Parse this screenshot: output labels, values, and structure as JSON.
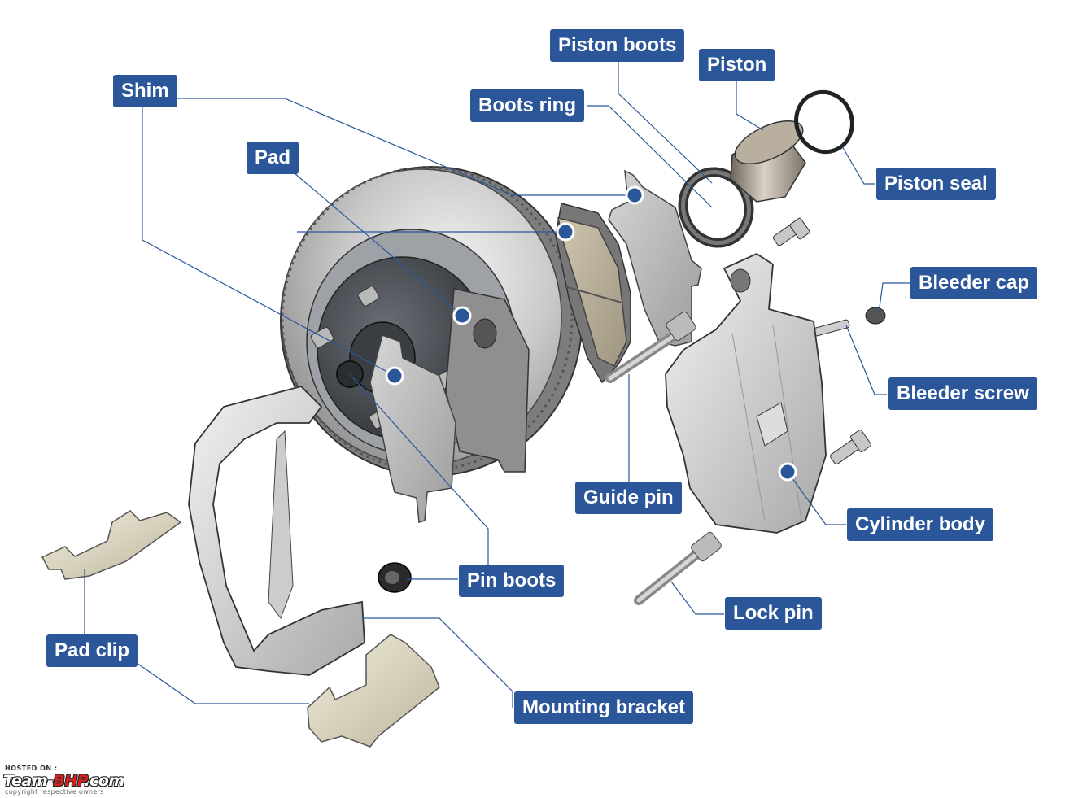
{
  "labels": {
    "piston_boots": "Piston boots",
    "piston": "Piston",
    "shim": "Shim",
    "boots_ring": "Boots ring",
    "pad": "Pad",
    "piston_seal": "Piston seal",
    "bleeder_cap": "Bleeder cap",
    "bleeder_screw": "Bleeder screw",
    "guide_pin": "Guide pin",
    "cylinder_body": "Cylinder body",
    "pin_boots": "Pin boots",
    "lock_pin": "Lock pin",
    "pad_clip": "Pad clip",
    "mounting_bracket": "Mounting bracket"
  },
  "watermark": {
    "hosted": "HOSTED ON :",
    "logo_a": "Team-",
    "logo_b": "BHP",
    "logo_c": ".com",
    "copyright": "copyright respective owners"
  },
  "colors": {
    "label_bg": "#2b579a",
    "label_text": "#ffffff",
    "leader_line": "#2b579a",
    "marker_dot": "#2b579a"
  }
}
